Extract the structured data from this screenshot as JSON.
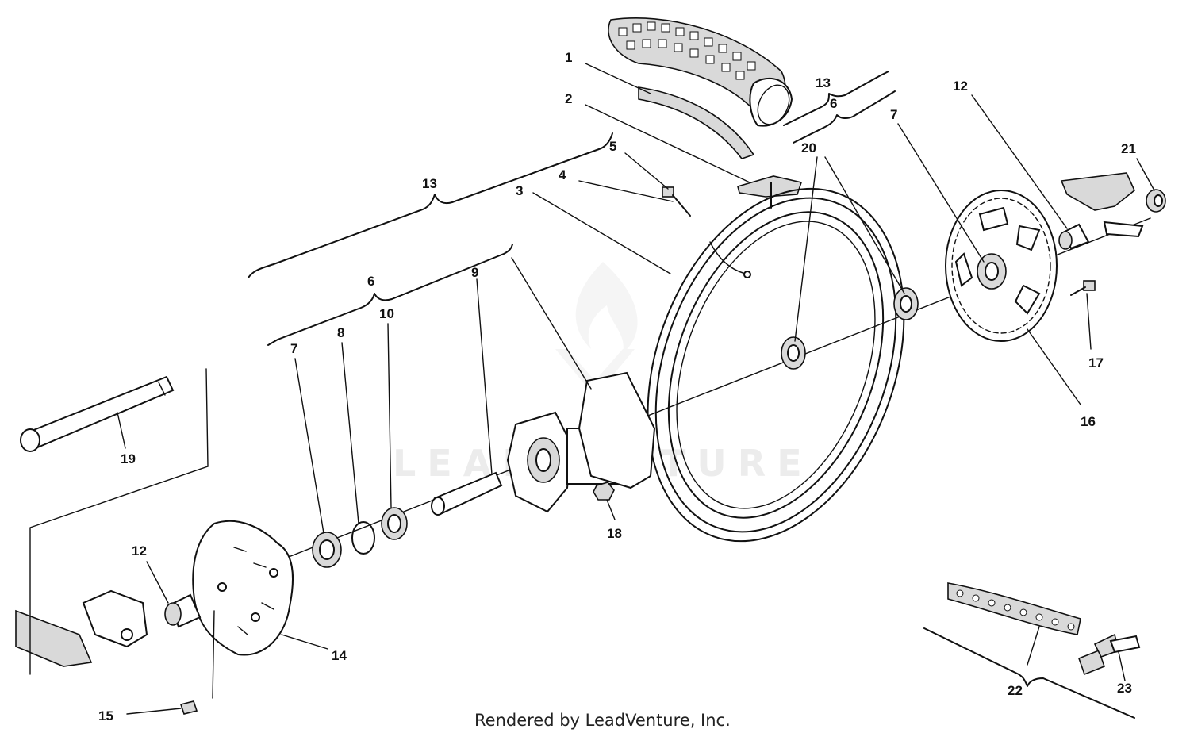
{
  "watermark": "LEADVENTURE",
  "credit": "Rendered by LeadVenture, Inc.",
  "callouts": {
    "c1": "1",
    "c2": "2",
    "c3": "3",
    "c4": "4",
    "c5": "5",
    "c6a": "6",
    "c6b": "6",
    "c7a": "7",
    "c7b": "7",
    "c8": "8",
    "c9": "9",
    "c10": "10",
    "c12a": "12",
    "c12b": "12",
    "c13a": "13",
    "c13b": "13",
    "c14": "14",
    "c15": "15",
    "c16": "16",
    "c17": "17",
    "c18": "18",
    "c19": "19",
    "c20": "20",
    "c21": "21",
    "c22": "22",
    "c23": "23"
  }
}
